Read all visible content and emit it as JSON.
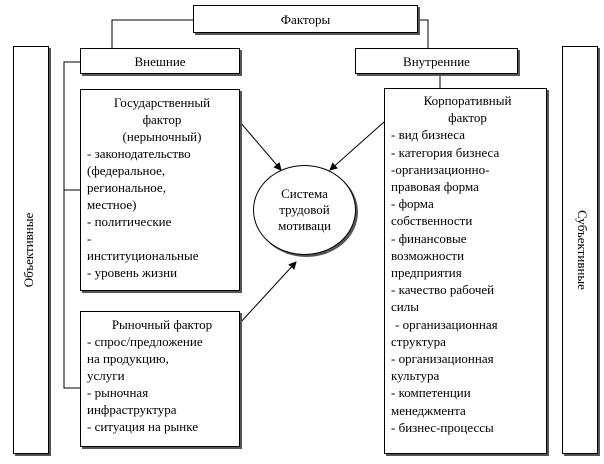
{
  "top": {
    "label": "Факторы"
  },
  "external": {
    "label": "Внешние"
  },
  "internal": {
    "label": "Внутренние"
  },
  "objective": {
    "label": "Объективные"
  },
  "subjective": {
    "label": "Субъективные"
  },
  "center": {
    "lines": [
      "Система",
      "трудовой",
      "мотиваци"
    ]
  },
  "state_factor": {
    "lines": [
      "Государственный",
      "фактор",
      "(нерыночный)",
      "- законодательство",
      "(федеральное,",
      "региональное,",
      "местное)",
      "- политические",
      "-",
      "институциональные",
      "- уровень жизни"
    ]
  },
  "market_factor": {
    "lines": [
      "Рыночный фактор",
      "- спрос/предложение",
      "на продукцию,",
      "услуги",
      "- рыночная",
      "инфраструктура",
      "- ситуация на рынке"
    ]
  },
  "corporate_factor": {
    "lines": [
      "Корпоративный",
      "фактор",
      "- вид бизнеса",
      "- категория бизнеса",
      "-организационно-",
      "правовая форма",
      "- форма",
      "собственности",
      "- финансовые",
      "возможности",
      "предприятия",
      "- качество рабочей",
      "силы",
      "- организационная",
      "структура",
      "- организационная",
      "культура",
      "- компетенции",
      "менеджмента",
      "- бизнес-процессы"
    ]
  }
}
